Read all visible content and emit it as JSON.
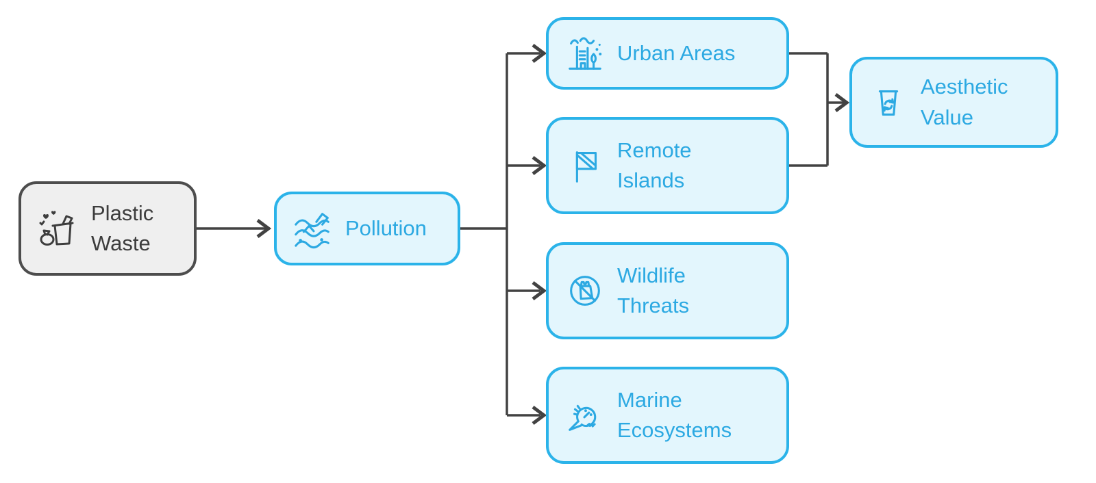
{
  "diagram": {
    "type": "flowchart",
    "direction": "left-to-right",
    "colors": {
      "node_fill": "#e3f6fd",
      "node_border": "#2bb3e9",
      "node_text": "#2ca9e2",
      "root_fill": "#efefef",
      "root_border": "#4d4d4d",
      "root_text": "#3d3d3d",
      "edge": "#424242",
      "background": "#ffffff"
    },
    "nodes": [
      {
        "id": "plastic-waste",
        "label": "Plastic Waste",
        "icon": "trash-bin-bag-icon",
        "style": "gray"
      },
      {
        "id": "pollution",
        "label": "Pollution",
        "icon": "water-pollution-icon",
        "style": "blue"
      },
      {
        "id": "urban-areas",
        "label": "Urban Areas",
        "icon": "city-smog-icon",
        "style": "blue"
      },
      {
        "id": "remote-islands",
        "label": "Remote Islands",
        "icon": "flag-icon",
        "style": "blue"
      },
      {
        "id": "wildlife-threats",
        "label": "Wildlife Threats",
        "icon": "no-plastic-bag-icon",
        "style": "blue"
      },
      {
        "id": "marine-ecosystems",
        "label": "Marine Ecosystems",
        "icon": "horseshoe-crab-icon",
        "style": "blue"
      },
      {
        "id": "aesthetic-value",
        "label": "Aesthetic Value",
        "icon": "recycle-bin-icon",
        "style": "blue"
      }
    ],
    "edges": [
      {
        "from": "plastic-waste",
        "to": "pollution"
      },
      {
        "from": "pollution",
        "to": "urban-areas"
      },
      {
        "from": "pollution",
        "to": "remote-islands"
      },
      {
        "from": "pollution",
        "to": "wildlife-threats"
      },
      {
        "from": "pollution",
        "to": "marine-ecosystems"
      },
      {
        "from": "urban-areas",
        "to": "aesthetic-value"
      },
      {
        "from": "remote-islands",
        "to": "aesthetic-value"
      }
    ]
  }
}
